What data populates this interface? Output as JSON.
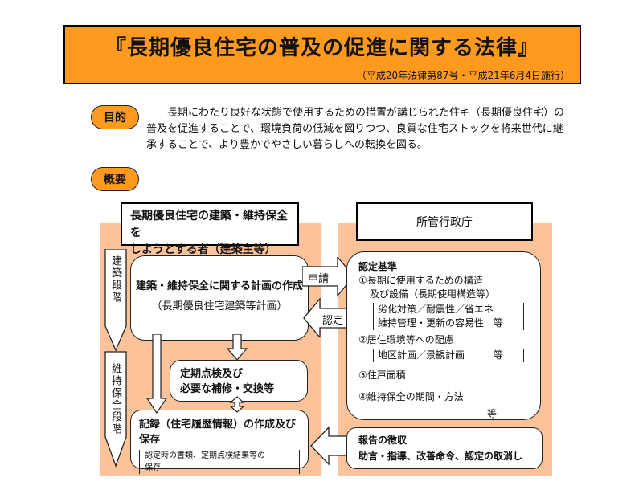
{
  "header": {
    "title": "『長期優良住宅の普及の促進に関する法律』",
    "subtitle": "（平成20年法律第87号・平成21年6月4日施行）"
  },
  "purpose": {
    "label": "目的",
    "text": "長期にわたり良好な状態で使用するための措置が講じられた住宅（長期優良住宅）の普及を促進することで、環境負荷の低減を図りつつ、良質な住宅ストックを将来世代に継承することで、より豊かでやさしい暮らしへの転換を図る。"
  },
  "overview": {
    "label": "概要"
  },
  "builder": {
    "header_line1": "長期優良住宅の建築・維持保全を",
    "header_line2": "しようとする者（建築主等）",
    "stage_construction": "建築段階",
    "stage_maintenance": "維持保全段階",
    "plan_title": "建築・維持保全に関する計画の作成",
    "plan_sub": "（長期優良住宅建築等計画）",
    "inspection_line1": "定期点検及び",
    "inspection_line2": "必要な補修・交換等",
    "record_title": "記録（住宅履歴情報）の作成及び保存",
    "record_note_line1": "認定時の書類、定期点検結果等の",
    "record_note_line2": "保存"
  },
  "arrows": {
    "apply": "申請",
    "certify": "認定"
  },
  "authority": {
    "header": "所管行政庁",
    "criteria_title": "認定基準",
    "c1_line1": "①長期に使用するための構造",
    "c1_line2": "及び設備（長期使用構造等）",
    "c1_note1": "劣化対策／耐震性／省エネ",
    "c1_note2": "維持管理・更新の容易性　等",
    "c2_line": "②居住環境等への配慮",
    "c2_note": "地区計画／景観計画　　　等",
    "c3_line": "③住戸面積",
    "c4_line": "④維持保全の期間・方法",
    "etc": "等",
    "report_title": "報告の徴収",
    "report_items": "助言・指導、改善命令、認定の取消し"
  },
  "colors": {
    "accent": "#ff9a1f",
    "panel": "#fcc39b",
    "border": "#222222"
  }
}
